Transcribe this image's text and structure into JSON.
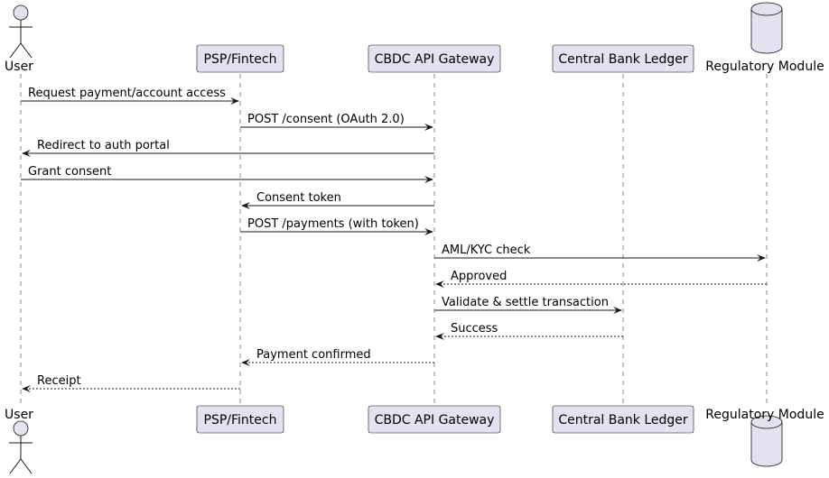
{
  "participants": [
    {
      "id": "user",
      "label": "User",
      "kind": "actor"
    },
    {
      "id": "psp",
      "label": "PSP/Fintech",
      "kind": "participant"
    },
    {
      "id": "gateway",
      "label": "CBDC API Gateway",
      "kind": "participant"
    },
    {
      "id": "ledger",
      "label": "Central Bank Ledger",
      "kind": "participant"
    },
    {
      "id": "regulatory",
      "label": "Regulatory Module",
      "kind": "database"
    }
  ],
  "messages": [
    {
      "from": "user",
      "to": "psp",
      "label": "Request payment/account access",
      "style": "solid"
    },
    {
      "from": "psp",
      "to": "gateway",
      "label": "POST /consent (OAuth 2.0)",
      "style": "solid"
    },
    {
      "from": "gateway",
      "to": "user",
      "label": "Redirect to auth portal",
      "style": "solid"
    },
    {
      "from": "user",
      "to": "gateway",
      "label": "Grant consent",
      "style": "solid"
    },
    {
      "from": "gateway",
      "to": "psp",
      "label": "Consent token",
      "style": "solid"
    },
    {
      "from": "psp",
      "to": "gateway",
      "label": "POST /payments (with token)",
      "style": "solid"
    },
    {
      "from": "gateway",
      "to": "regulatory",
      "label": "AML/KYC check",
      "style": "solid"
    },
    {
      "from": "regulatory",
      "to": "gateway",
      "label": "Approved",
      "style": "dashed"
    },
    {
      "from": "gateway",
      "to": "ledger",
      "label": "Validate & settle transaction",
      "style": "solid"
    },
    {
      "from": "ledger",
      "to": "gateway",
      "label": "Success",
      "style": "dashed"
    },
    {
      "from": "gateway",
      "to": "psp",
      "label": "Payment confirmed",
      "style": "dashed"
    },
    {
      "from": "psp",
      "to": "user",
      "label": "Receipt",
      "style": "dashed"
    }
  ],
  "colors": {
    "participant_fill": "#e2e2f0",
    "stroke": "#181818",
    "lifeline": "#8a8a8a"
  }
}
